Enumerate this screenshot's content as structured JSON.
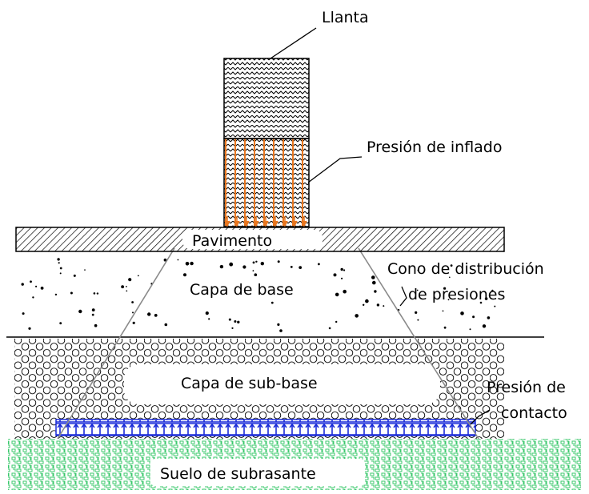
{
  "labels": {
    "llanta": "Llanta",
    "presion_inflado": "Presión de inflado",
    "pavimento": "Pavimento",
    "cono_line1": "Cono de distribución",
    "cono_line2": "de presiones",
    "capa_base": "Capa de base",
    "capa_subbase": "Capa de sub-base",
    "presion_contacto_line1": "Presión de",
    "presion_contacto_line2": "contacto",
    "suelo": "Suelo de subrasante"
  },
  "colors": {
    "outline": "#000000",
    "inflation_pressure": "#e8761e",
    "contact_pressure": "#1a2bd8",
    "subgrade_soil": "#3cc86e",
    "cone_lines": "#8a8a8a"
  },
  "icons": {
    "tire": "llanta-tire-block",
    "inflation_arrows": "pressure-arrows-down",
    "contact_arrows": "pressure-arrows-up"
  }
}
